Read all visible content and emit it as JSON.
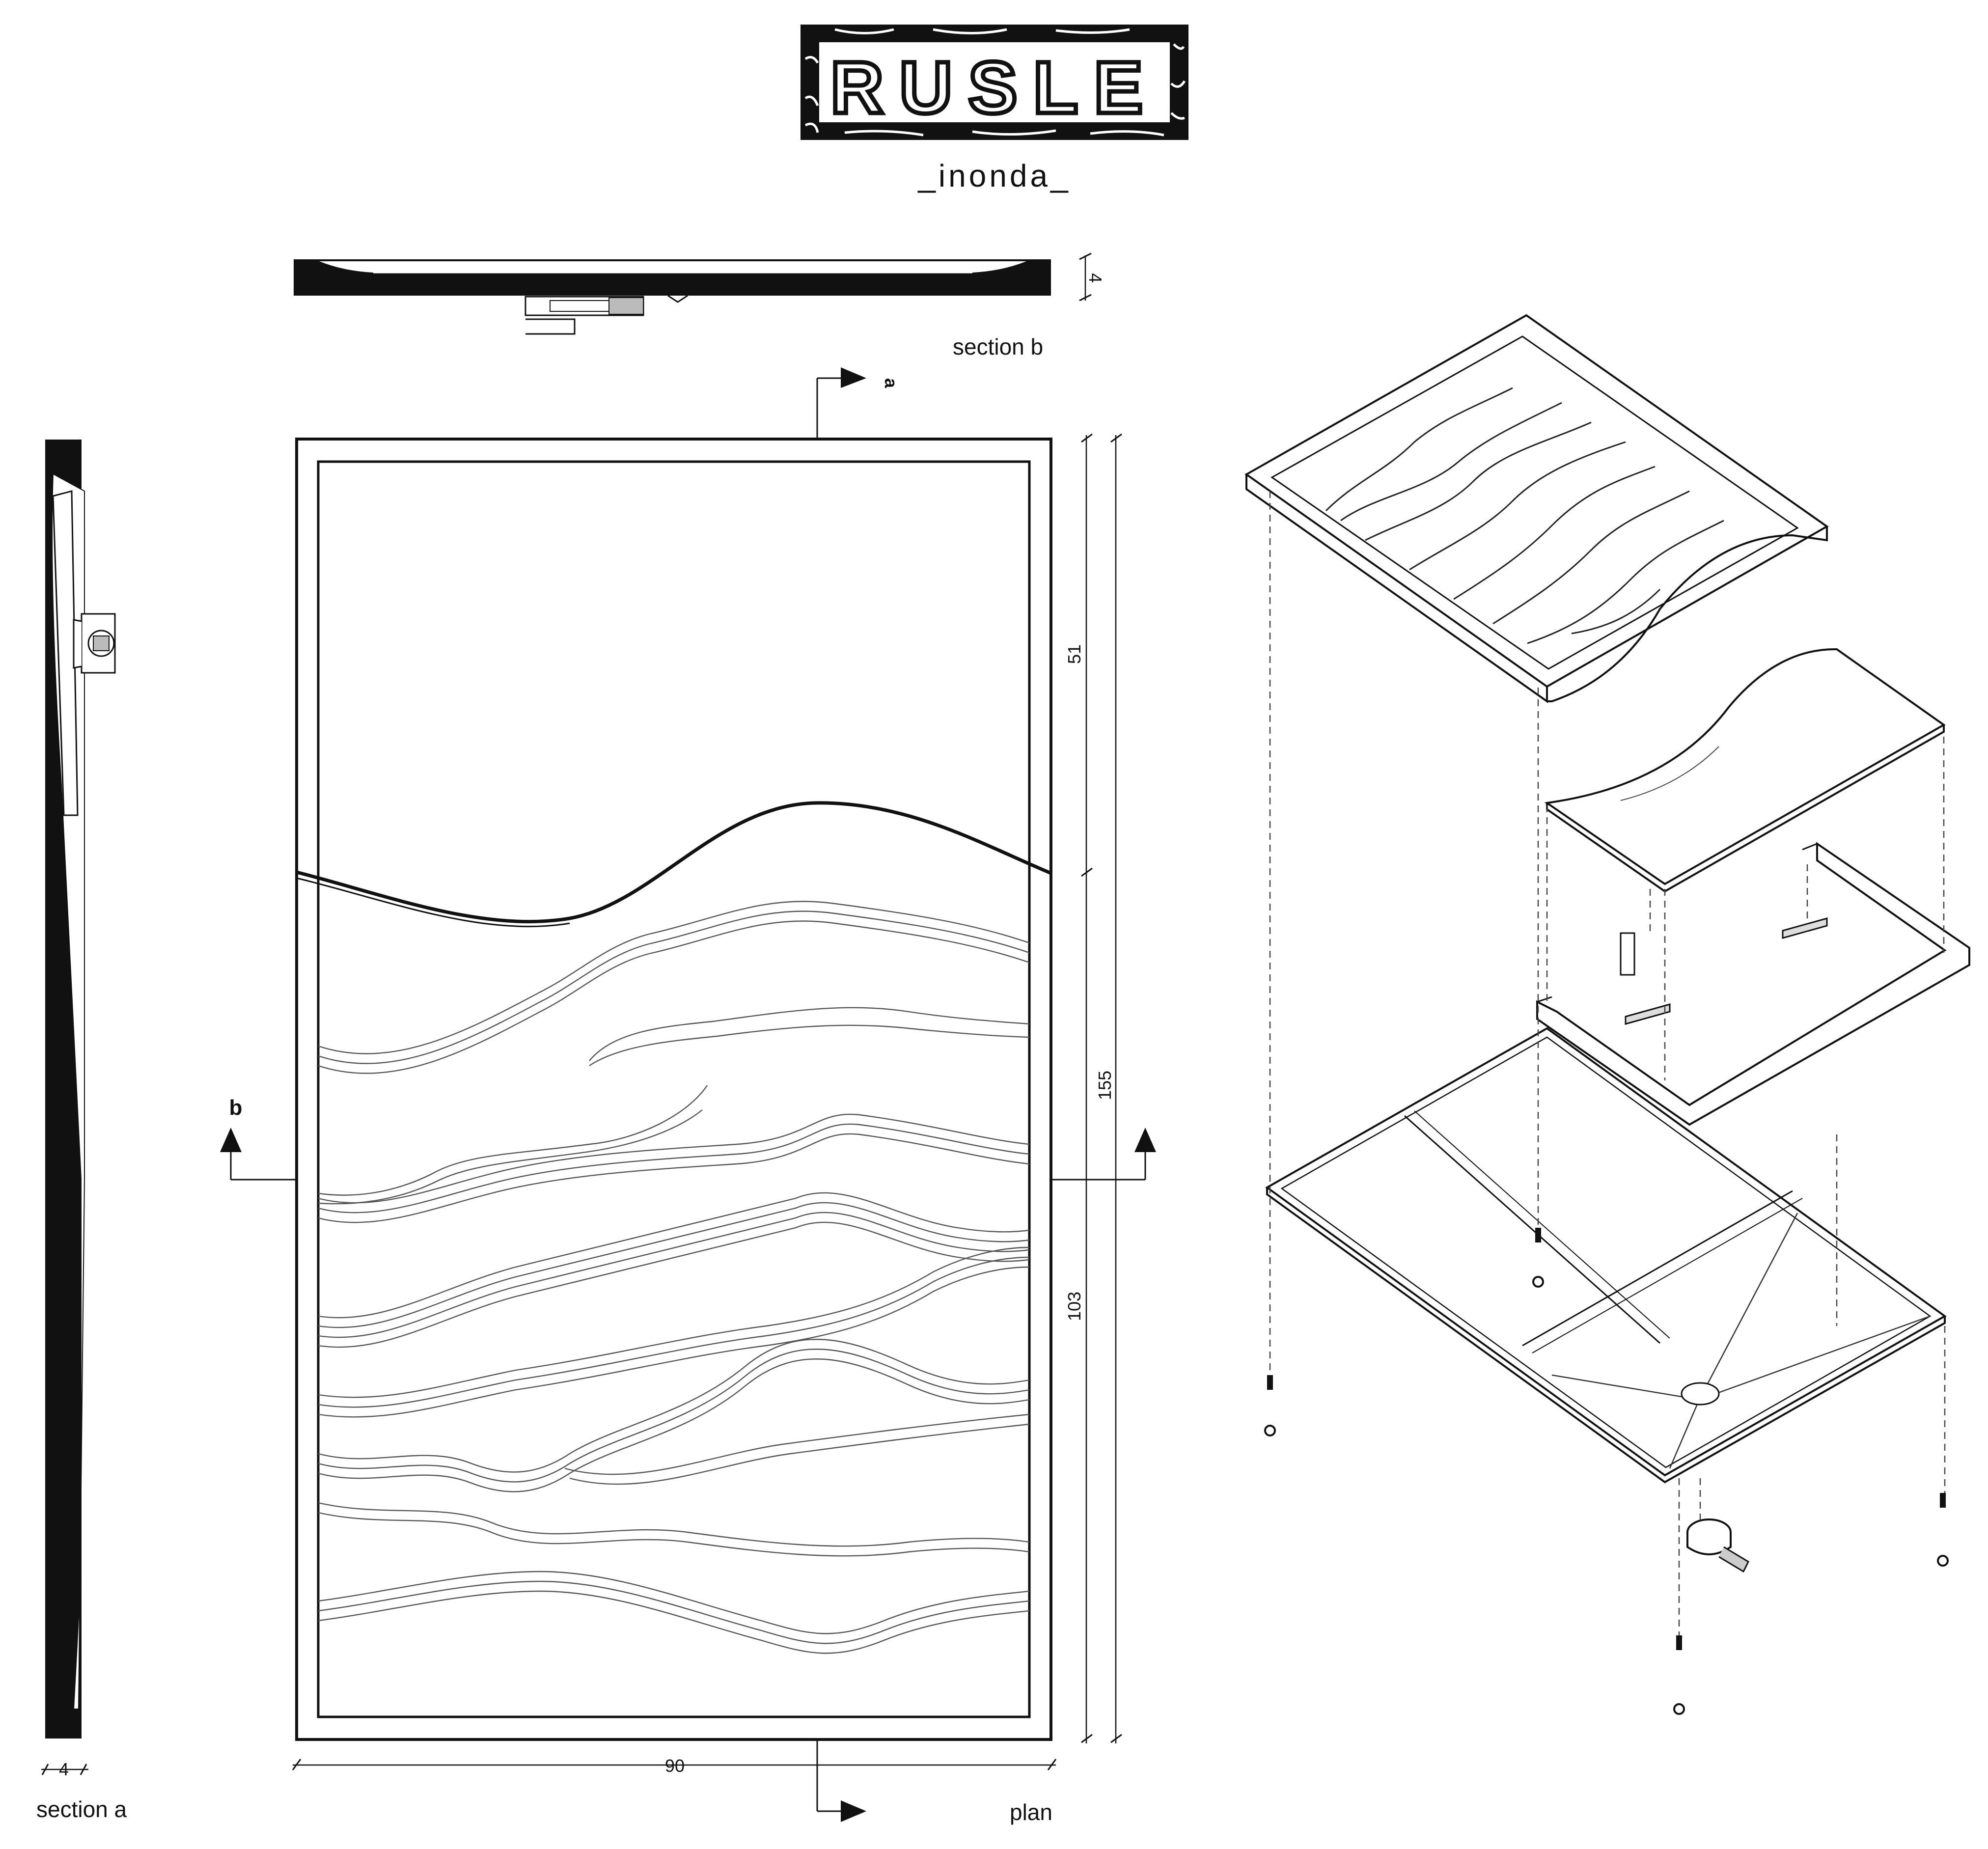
{
  "brand": {
    "logo_text": "RUSLE",
    "subtitle": "_inonda_"
  },
  "labels": {
    "section_a": "section a",
    "section_b": "section b",
    "plan": "plan",
    "cut_a": "a",
    "cut_b": "b"
  },
  "dimensions": {
    "width": "90",
    "length": "155",
    "upper_part": "51",
    "lower_part": "103",
    "thickness_a": "4",
    "thickness_b": "4"
  },
  "colors": {
    "ink": "#111111",
    "background": "#ffffff"
  }
}
